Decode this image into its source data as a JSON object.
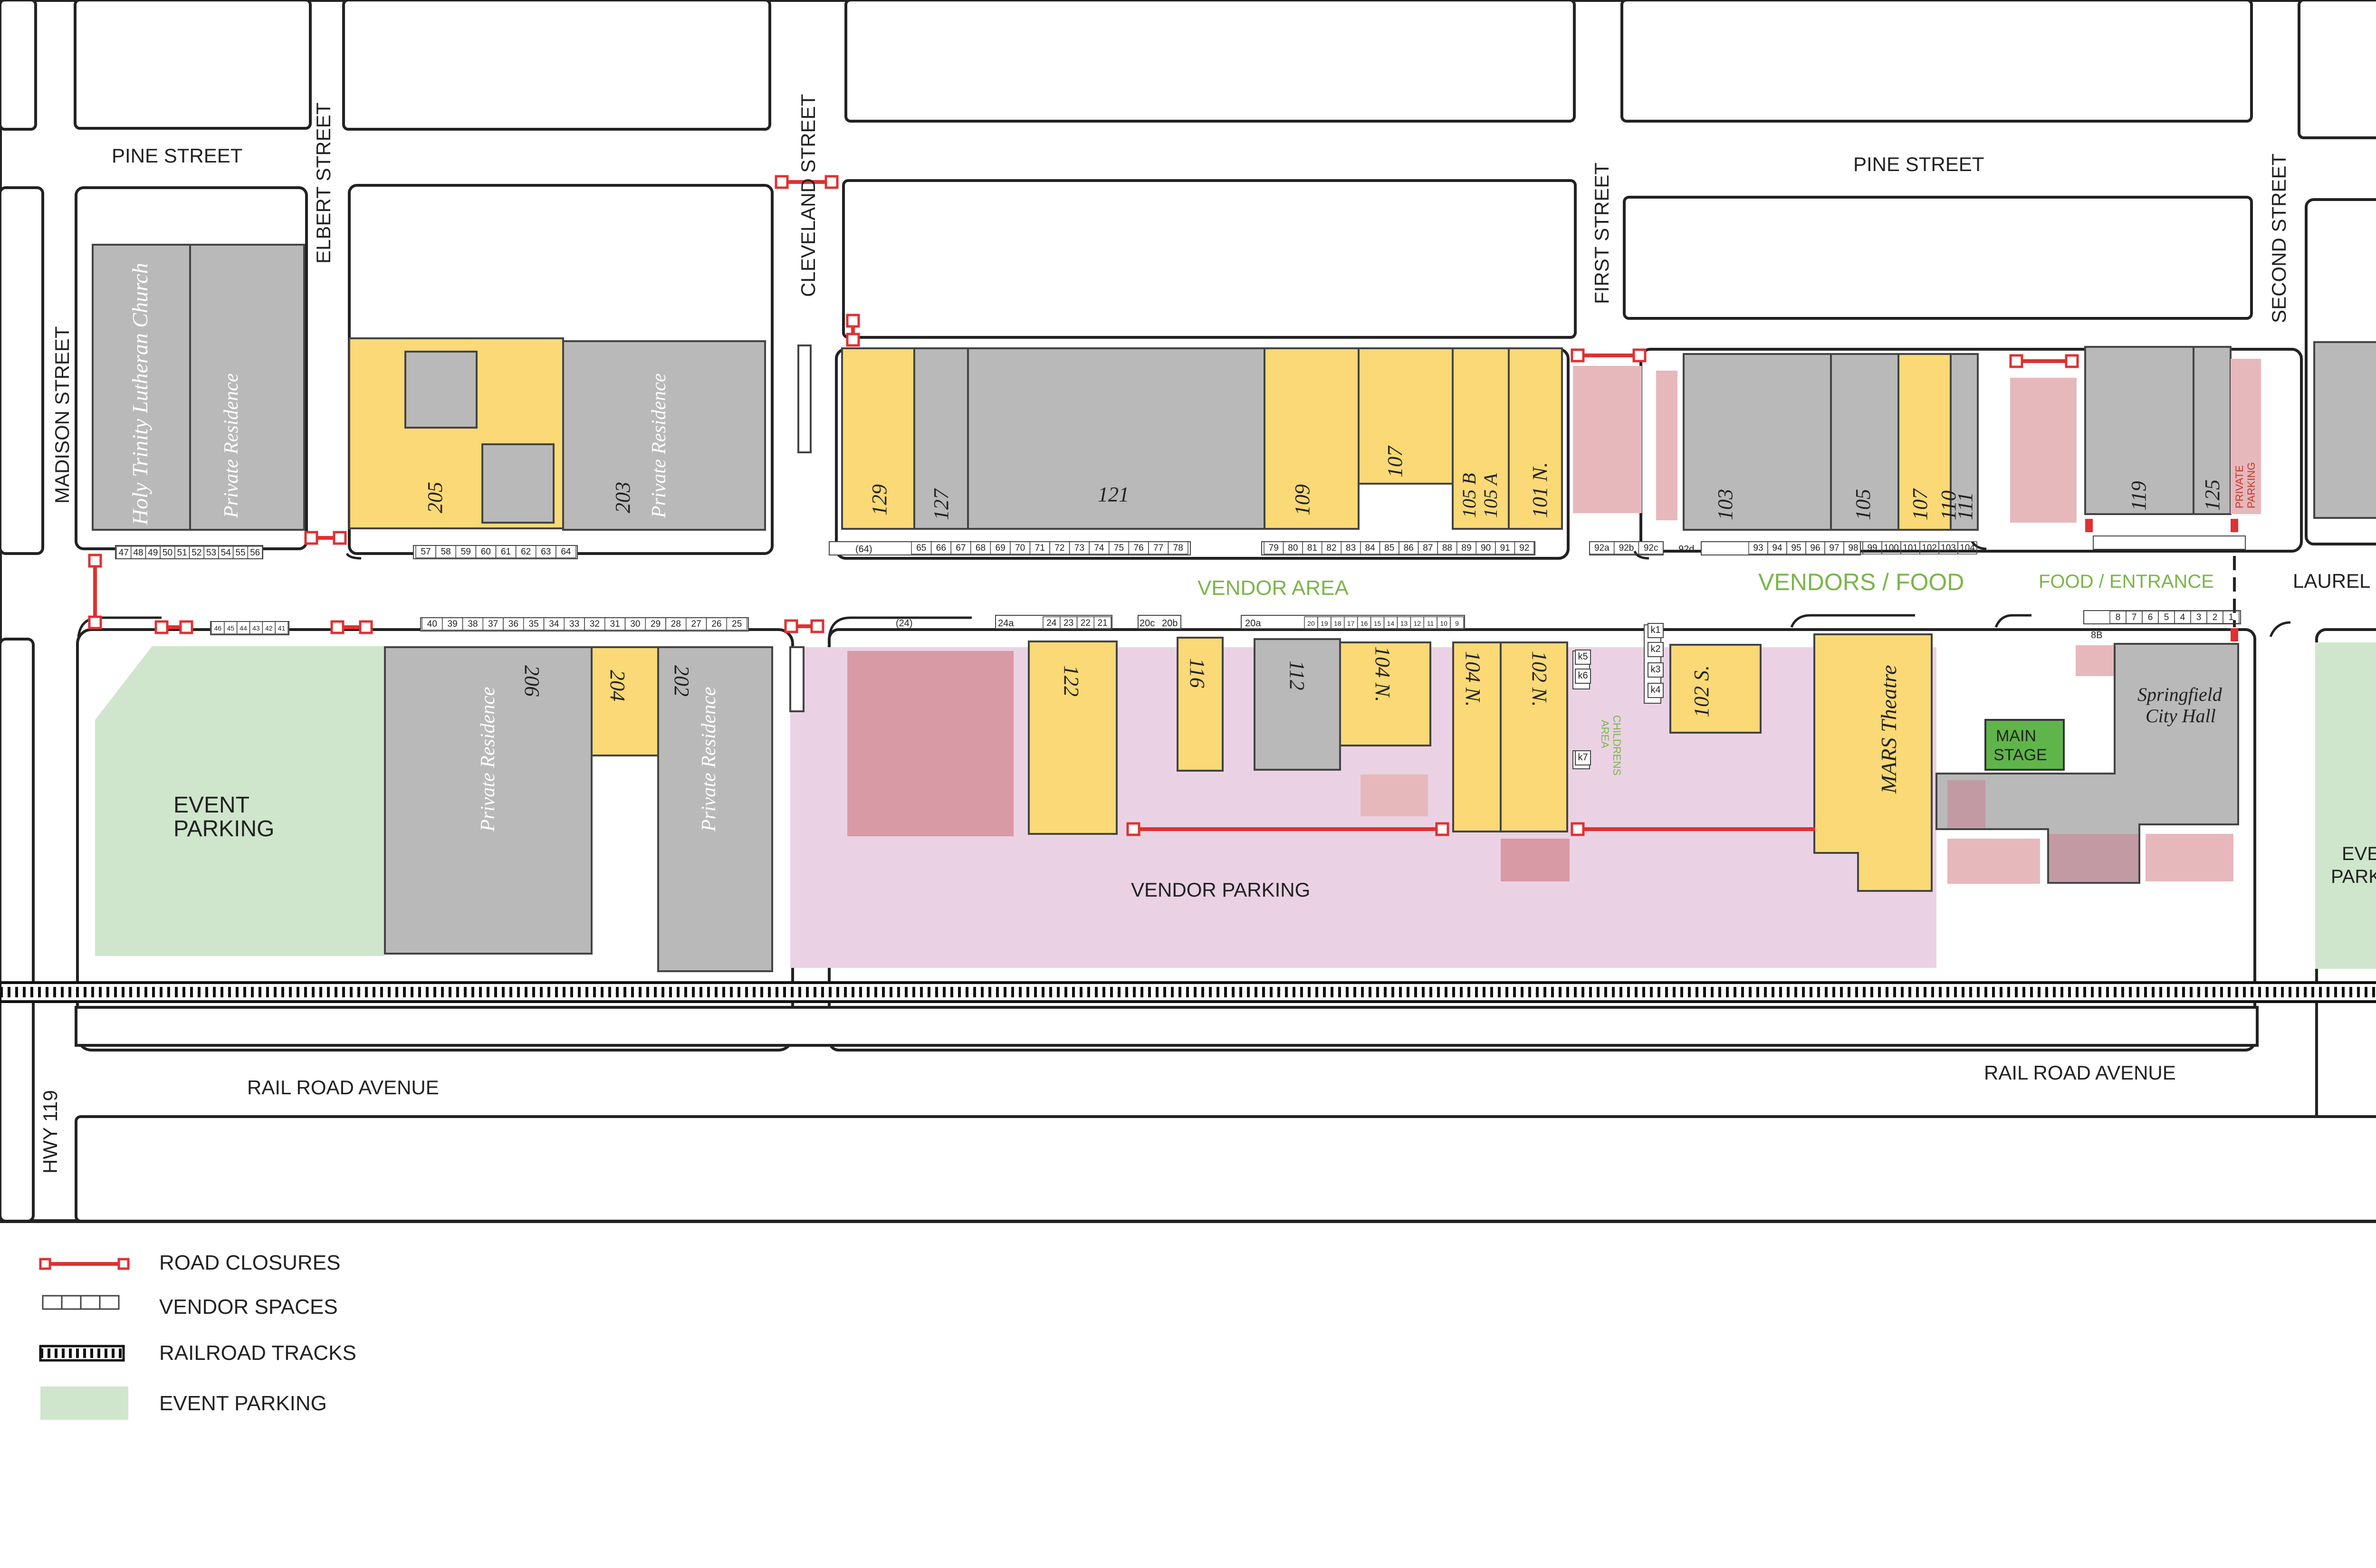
{
  "colors": {
    "building": "#b9b9b9",
    "vendor_building": "#fad976",
    "event_parking": "#cfe6cc",
    "vendor_parking": "#ead2e4",
    "closure": "#e03030",
    "pink": "#e7b8bb",
    "darkpink": "#d89aa4",
    "stage": "#5fb54a",
    "green_text": "#7bb54a"
  },
  "streets": {
    "pine_west": "PINE STREET",
    "pine_east": "PINE STREET",
    "elbert": "ELBERT STREET",
    "cleveland": "CLEVELAND STREET",
    "madison": "MADISON STREET",
    "first": "FIRST STREET",
    "second": "SECOND STREET",
    "laurel": "LAUREL ST.",
    "railroad_west": "RAIL ROAD AVENUE",
    "railroad_east": "RAIL ROAD AVENUE",
    "hwy": "HWY 119"
  },
  "areas": {
    "vendor_area": "VENDOR AREA",
    "vendors_food": "VENDORS / FOOD",
    "food_entrance": "FOOD / ENTRANCE",
    "vendor_parking": "VENDOR  PARKING",
    "event_parking_west_1": "EVENT",
    "event_parking_west_2": "PARKING",
    "event_parking_east_1": "EVENT",
    "event_parking_east_2": "PARKING",
    "childrens_area_1": "CHILDRENS",
    "childrens_area_2": "AREA",
    "main_stage_1": "MAIN",
    "main_stage_2": "STAGE",
    "private_parking_1": "PRIVATE",
    "private_parking_2": "PARKING"
  },
  "buildings": {
    "church": "Holy Trinity Lutheran Church",
    "private_res": "Private Residence",
    "b205": "205",
    "b203": "203",
    "b129": "129",
    "b127": "127",
    "b121": "121",
    "b109": "109",
    "b107": "107",
    "b105b": "105 B",
    "b105a": "105 A",
    "b101n": "101 N.",
    "b103": "103",
    "b105": "105",
    "b107e": "107",
    "b110": "110",
    "b111": "111",
    "b119": "119",
    "b125": "125",
    "b206": "206",
    "b204": "204",
    "b202": "202",
    "b122": "122",
    "b116": "116",
    "b112": "112",
    "b104n_a": "104 N.",
    "b104n_b": "104 N.",
    "b102n": "102 N.",
    "b102s": "102 S.",
    "mars": "MARS Theatre",
    "city_hall_1": "Springfield",
    "city_hall_2": "City Hall"
  },
  "spaces": {
    "row_a": [
      "57",
      "58",
      "59",
      "60",
      "61",
      "62",
      "63",
      "64"
    ],
    "row_b": [
      "65",
      "66",
      "67",
      "68",
      "69",
      "70",
      "71",
      "72",
      "73",
      "74",
      "75",
      "76",
      "77",
      "78"
    ],
    "row_c": [
      "79",
      "80",
      "81",
      "82",
      "83",
      "84",
      "85",
      "86",
      "87",
      "88",
      "89",
      "90",
      "91",
      "92"
    ],
    "row_d": [
      "92a",
      "92b",
      "92c"
    ],
    "row_e": [
      "93",
      "94",
      "95",
      "96",
      "97",
      "98",
      "99",
      "100",
      "101",
      "102",
      "103",
      "104"
    ],
    "row_f": [
      "47",
      "48",
      "49",
      "50",
      "51",
      "52",
      "53",
      "54",
      "55",
      "56"
    ],
    "row_g": [
      "46",
      "45",
      "44",
      "43",
      "42",
      "41"
    ],
    "row_h": [
      "40",
      "39",
      "38",
      "37",
      "36",
      "35",
      "34",
      "33",
      "32",
      "31",
      "30",
      "29",
      "28",
      "27",
      "26",
      "25"
    ],
    "row_i": [
      "24",
      "23",
      "22",
      "21"
    ],
    "row_j": [
      "20",
      "19",
      "18",
      "17",
      "16",
      "15",
      "14",
      "13",
      "12",
      "11",
      "10",
      "9"
    ],
    "row_k": [
      "8",
      "7",
      "6",
      "5",
      "4",
      "3",
      "2",
      "1"
    ],
    "k_spaces": [
      "k1",
      "k2",
      "k3",
      "k4",
      "k5",
      "k6",
      "k7"
    ],
    "s64": "(64)",
    "s24": "(24)",
    "s24a": "24a",
    "s20c": "20c",
    "s20b": "20b",
    "s20a": "20a",
    "s92d": "92d",
    "s8b": "8B"
  },
  "legend": {
    "road_closures": "ROAD CLOSURES",
    "vendor_spaces": "VENDOR SPACES",
    "railroad_tracks": "RAILROAD TRACKS",
    "event_parking": "EVENT PARKING"
  }
}
